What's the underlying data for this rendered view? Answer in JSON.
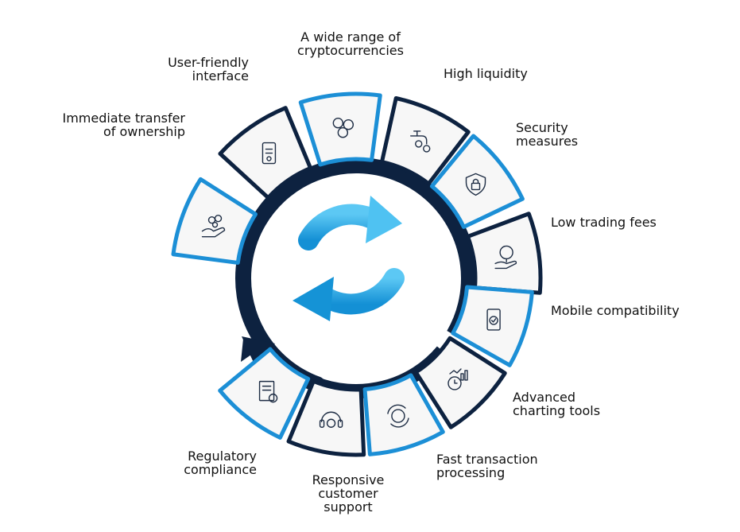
{
  "colors": {
    "dark": "#0d2240",
    "blue": "#1c8fd6",
    "tile_fill": "#f7f7f7",
    "icon_stroke": "#1e2d44",
    "center_icon_top": "#4fc2f2",
    "center_icon_bottom": "#1593d6"
  },
  "center_icon": "refresh-sync-icon",
  "features": [
    {
      "label": [
        "Immediate transfer",
        "of ownership"
      ],
      "icon": "hand-holding-coins-icon",
      "border": "blue"
    },
    {
      "label": [
        "User-friendly",
        "interface"
      ],
      "icon": "phone-document-icon",
      "border": "dark"
    },
    {
      "label": [
        "A wide range of",
        "cryptocurrencies"
      ],
      "icon": "multiple-coins-icon",
      "border": "blue"
    },
    {
      "label": [
        "High liquidity"
      ],
      "icon": "faucet-coin-icon",
      "border": "dark"
    },
    {
      "label": [
        "Security",
        "measures"
      ],
      "icon": "shield-lock-icon",
      "border": "blue"
    },
    {
      "label": [
        "Low trading fees"
      ],
      "icon": "coin-hand-down-icon",
      "border": "dark"
    },
    {
      "label": [
        "Mobile compatibility"
      ],
      "icon": "mobile-check-icon",
      "border": "blue"
    },
    {
      "label": [
        "Advanced",
        "charting tools"
      ],
      "icon": "chart-clock-icon",
      "border": "dark"
    },
    {
      "label": [
        "Fast transaction",
        "processing"
      ],
      "icon": "dollar-cycle-icon",
      "border": "blue"
    },
    {
      "label": [
        "Responsive",
        "customer",
        "support"
      ],
      "icon": "headset-dollar-icon",
      "border": "dark"
    },
    {
      "label": [
        "Regulatory",
        "compliance"
      ],
      "icon": "certificate-document-icon",
      "border": "blue"
    }
  ]
}
